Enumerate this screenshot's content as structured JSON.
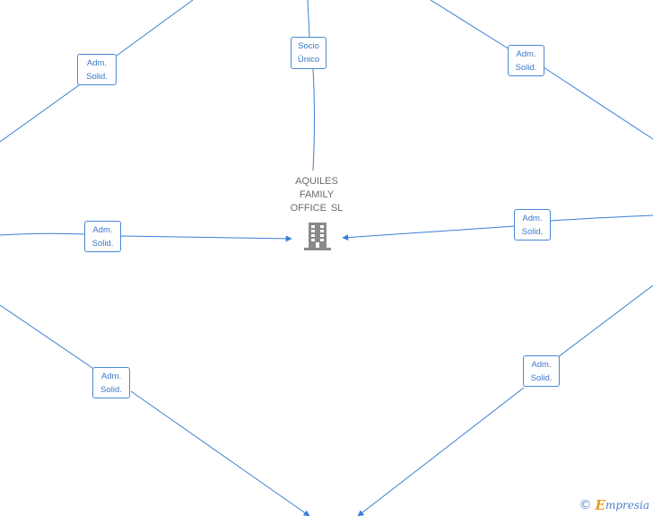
{
  "center": {
    "name_lines": [
      "AQUILES",
      "FAMILY",
      "OFFICE  SL"
    ],
    "icon": "building-icon",
    "icon_color": "#8a8a8a"
  },
  "relations": [
    {
      "id": "top-left",
      "lines": [
        "Adm.",
        "Solid."
      ]
    },
    {
      "id": "top-center",
      "lines": [
        "Socio",
        "Único"
      ]
    },
    {
      "id": "top-right",
      "lines": [
        "Adm.",
        "Solid."
      ]
    },
    {
      "id": "mid-left",
      "lines": [
        "Adm.",
        "Solid."
      ]
    },
    {
      "id": "mid-right",
      "lines": [
        "Adm.",
        "Solid."
      ]
    },
    {
      "id": "bottom-left",
      "lines": [
        "Adm.",
        "Solid."
      ]
    },
    {
      "id": "bottom-right",
      "lines": [
        "Adm.",
        "Solid."
      ]
    }
  ],
  "colors": {
    "edge": "#3a7fd6",
    "label_border": "#4a88d6",
    "label_text": "#3a78c8"
  },
  "footer": {
    "copyright_symbol": "©",
    "brand_initial": "E",
    "brand_rest": "mpresia"
  }
}
